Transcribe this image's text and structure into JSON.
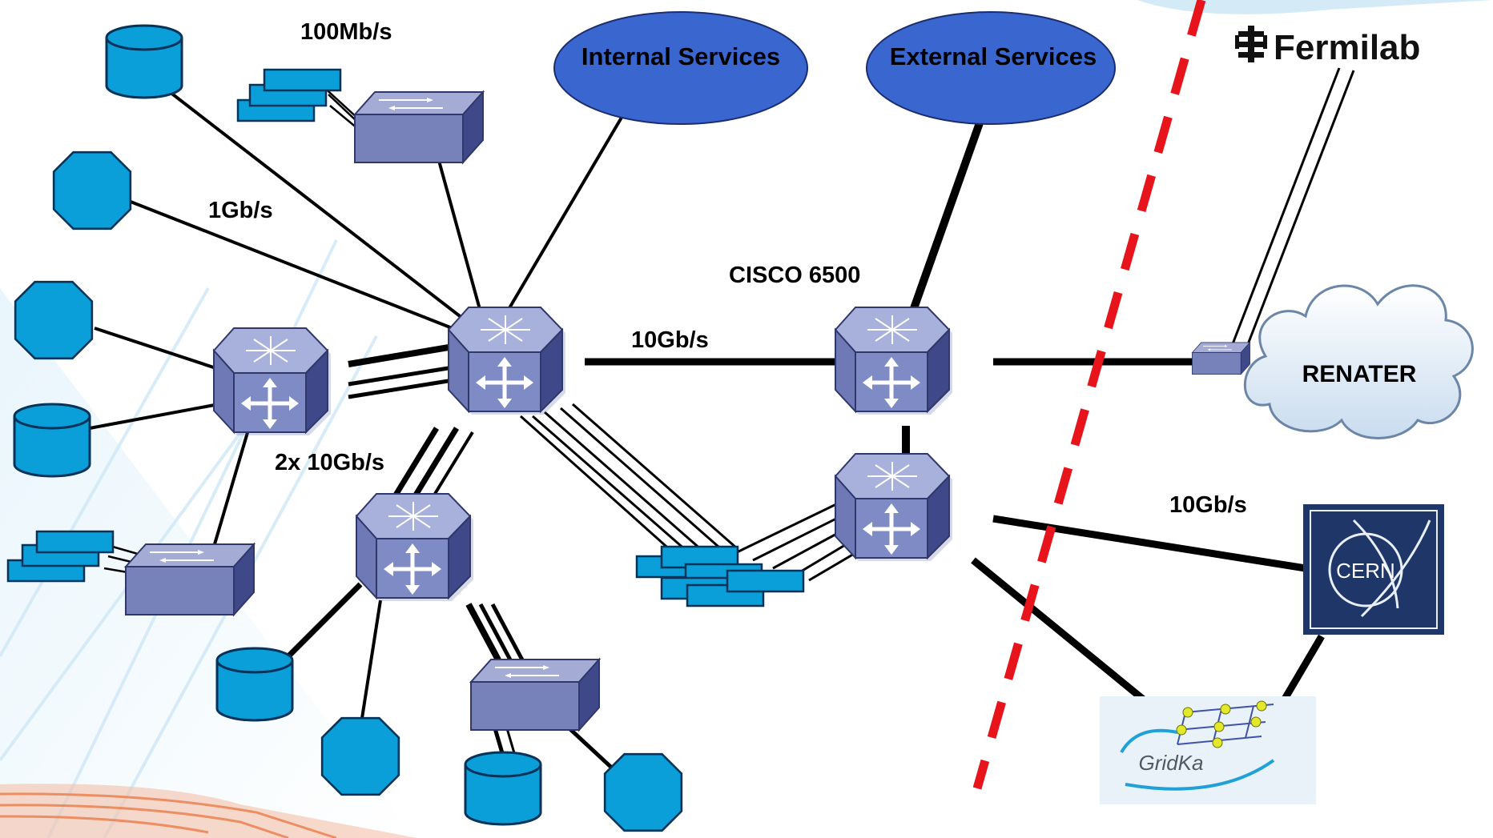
{
  "labels": {
    "speed_100mb": "100Mb/s",
    "speed_1gb": "1Gb/s",
    "speed_10gb_core": "10Gb/s",
    "speed_2x10gb": "2x 10Gb/s",
    "speed_10gb_wan": "10Gb/s",
    "cisco": "CISCO 6500",
    "internal_services": "Internal Services",
    "external_services": "External Services",
    "renater": "RENATER",
    "fermilab": "Fermilab",
    "cern": "CERN",
    "gridka": "GridKa"
  },
  "colors": {
    "device_teal": "#0a9fd8",
    "device_stroke": "#06335a",
    "router_body": "#7f8bc4",
    "router_dark": "#404a8a",
    "services_ellipse": "#3a66d0",
    "firewall_dash": "#e8141b",
    "cern_bg": "#1e3768",
    "background_accent": "#c9e6f5"
  },
  "icons": {
    "storage": "disk-storage-icon",
    "server": "octagon-server-icon",
    "router": "layer3-switch-router-icon",
    "switch": "workgroup-switch-icon",
    "cloud": "cloud-icon"
  }
}
